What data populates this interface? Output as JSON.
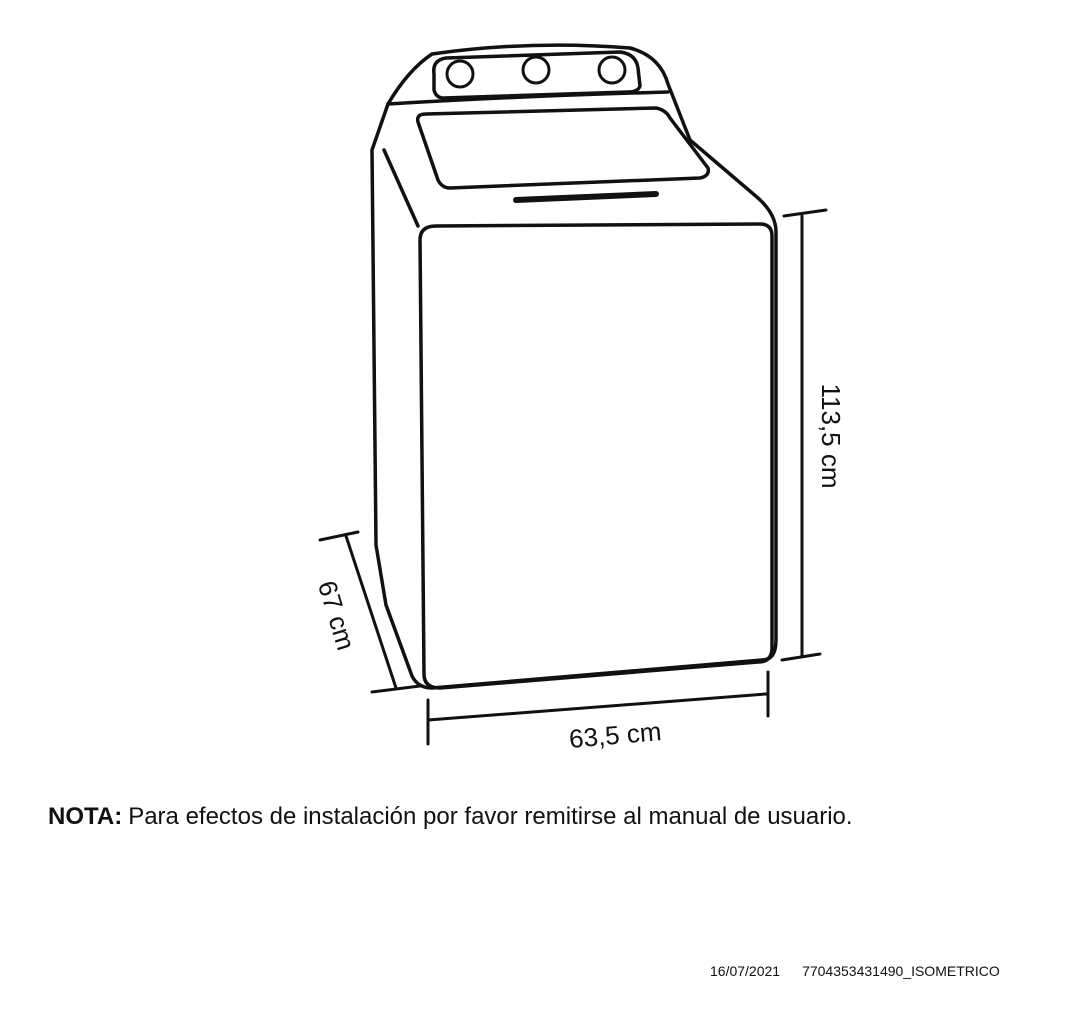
{
  "diagram": {
    "dimensions": {
      "height": "113,5 cm",
      "depth": "67 cm",
      "width": "63,5 cm"
    }
  },
  "note": {
    "label": "NOTA:",
    "text": "Para efectos de instalación por favor remitirse al manual de usuario."
  },
  "footer": {
    "date": "16/07/2021",
    "code": "7704353431490_ISOMETRICO"
  }
}
